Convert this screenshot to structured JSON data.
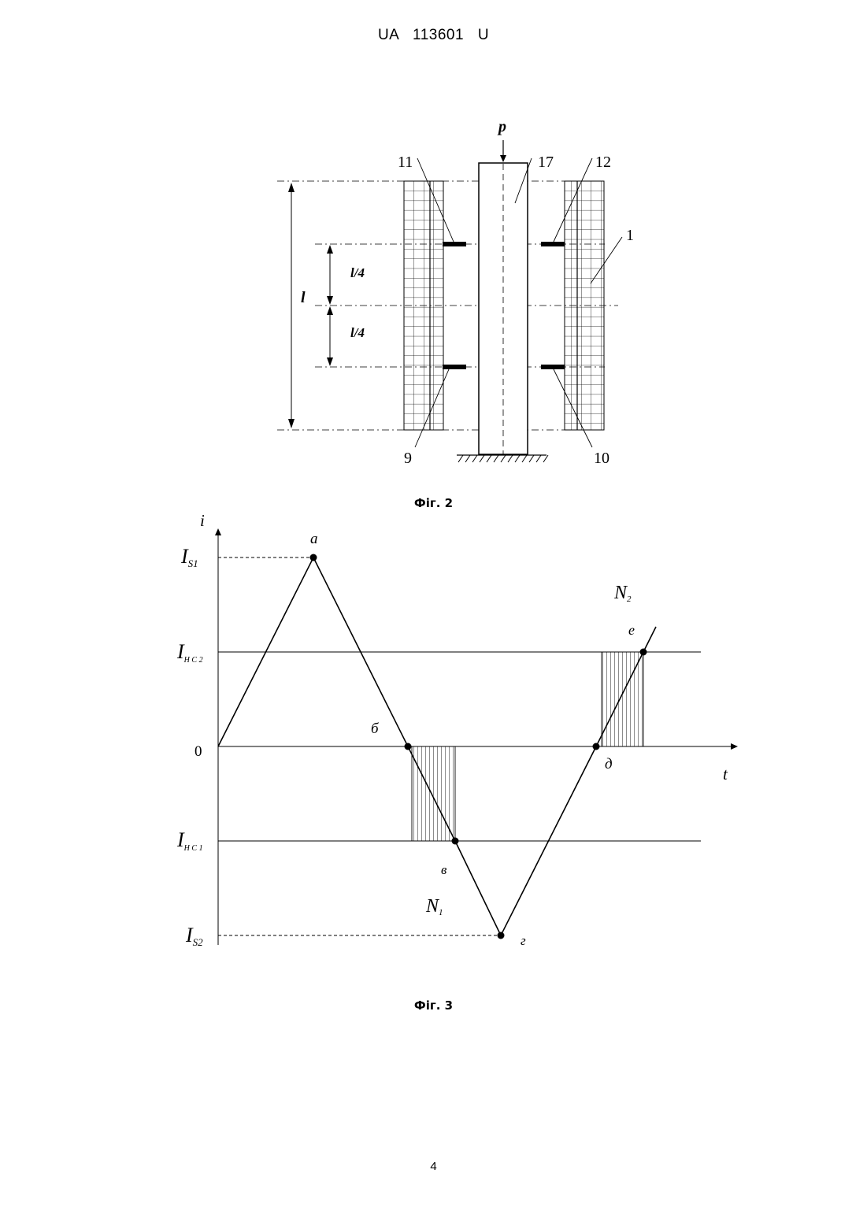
{
  "header": {
    "doc_number": "UA   113601   U"
  },
  "fig2": {
    "caption": "Фіг. 2",
    "labels": {
      "p": "p",
      "l": "l",
      "l4_upper": "l/4",
      "l4_lower": "l/4",
      "n11": "11",
      "n12": "12",
      "n17": "17",
      "n1": "1",
      "n9": "9",
      "n10": "10"
    }
  },
  "fig3": {
    "caption": "Фіг. 3",
    "axis": {
      "y": "i",
      "x": "t",
      "origin": "0"
    },
    "levels": {
      "IS1": {
        "main": "I",
        "sub": "S1"
      },
      "IHC2": {
        "main": "I",
        "sub": "H C 2"
      },
      "IHC1": {
        "main": "I",
        "sub": "H C 1"
      },
      "IS2": {
        "main": "I",
        "sub": "S2"
      }
    },
    "points": {
      "a": "а",
      "b": "б",
      "v": "в",
      "g": "г",
      "d": "д",
      "e": "е"
    },
    "regions": {
      "N1": {
        "main": "N",
        "sub": "1"
      },
      "N2": {
        "main": "N",
        "sub": "2"
      }
    }
  },
  "page_number": "4"
}
